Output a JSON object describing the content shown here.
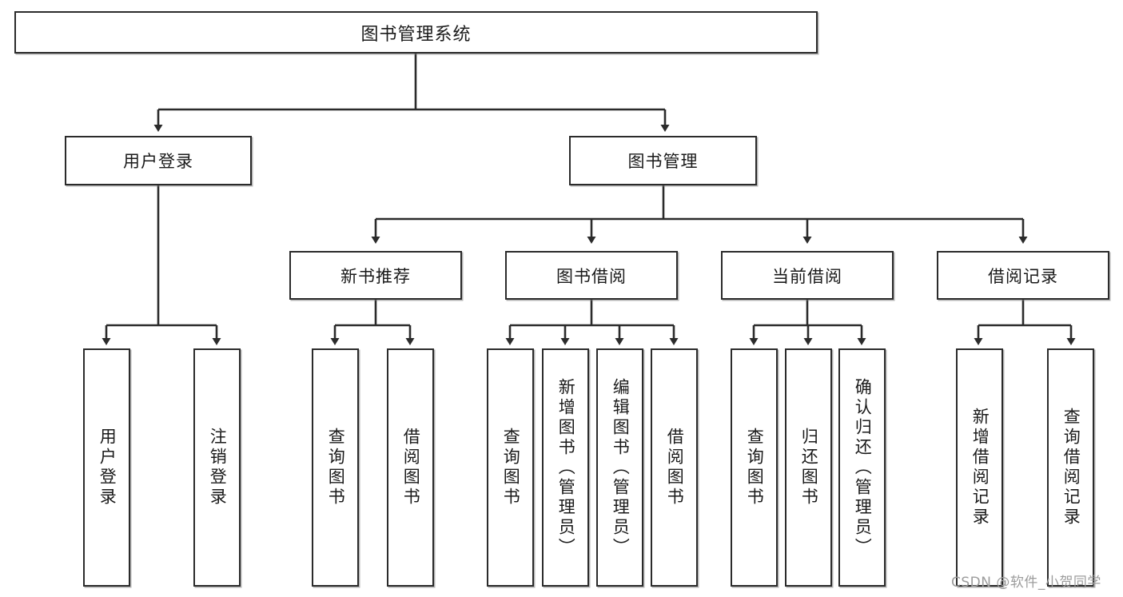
{
  "diagram": {
    "title": "图书管理系统",
    "type": "tree-hierarchy",
    "root": {
      "label": "图书管理系统"
    },
    "level2": [
      {
        "label": "用户登录"
      },
      {
        "label": "图书管理"
      }
    ],
    "level3": [
      {
        "label": "新书推荐"
      },
      {
        "label": "图书借阅"
      },
      {
        "label": "当前借阅"
      },
      {
        "label": "借阅记录"
      }
    ],
    "leaves": {
      "user_login": [
        {
          "label": "用户登录"
        },
        {
          "label": "注销登录"
        }
      ],
      "new_book_recommend": [
        {
          "label": "查询图书"
        },
        {
          "label": "借阅图书"
        }
      ],
      "book_borrow": [
        {
          "label": "查询图书"
        },
        {
          "label": "新增图书（管理员）"
        },
        {
          "label": "编辑图书（管理员）"
        },
        {
          "label": "借阅图书"
        }
      ],
      "current_borrow": [
        {
          "label": "查询图书"
        },
        {
          "label": "归还图书"
        },
        {
          "label": "确认归还（管理员）"
        }
      ],
      "borrow_record": [
        {
          "label": "新增借阅记录"
        },
        {
          "label": "查询借阅记录"
        }
      ]
    }
  },
  "watermark": {
    "text": "CSDN @软件_小贺同学"
  },
  "colors": {
    "border": "#2b2b2b",
    "background": "#ffffff",
    "text": "#1a1a1a",
    "watermark": "#9c9c9c"
  }
}
